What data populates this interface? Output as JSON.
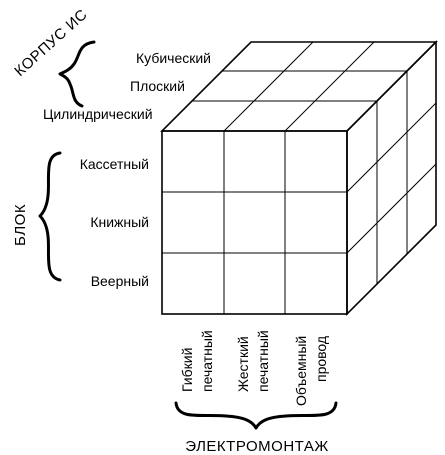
{
  "groups": {
    "housing": {
      "title": "КОРПУС ИС",
      "items": [
        "Кубический",
        "Плоский",
        "Цилиндрический"
      ]
    },
    "block": {
      "title": "БЛОК",
      "items": [
        "Кассетный",
        "Книжный",
        "Веерный"
      ]
    },
    "wiring": {
      "title": "ЭЛЕКТРОМОНТАЖ",
      "items": [
        [
          "Гибкий",
          "печатный"
        ],
        [
          "Жесткий",
          "печатный"
        ],
        [
          "Объемный",
          "провод"
        ]
      ]
    }
  }
}
